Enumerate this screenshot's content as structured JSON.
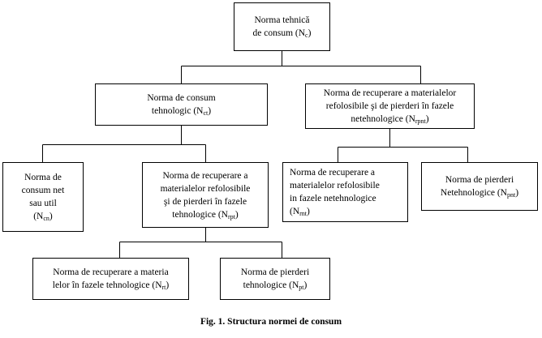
{
  "nodes": {
    "root": {
      "lines": [
        {
          "text": "Norma tehnică"
        },
        {
          "text": "de consum (N",
          "sub": "c",
          "after": ")"
        }
      ]
    },
    "consum_tehnologic": {
      "lines": [
        {
          "text": "Norma de consum"
        },
        {
          "text": "tehnologic  (N",
          "sub": "ct",
          "after": ")"
        }
      ]
    },
    "recuperare_netehnologice": {
      "lines": [
        {
          "text": "Norma de recuperare a materialelor"
        },
        {
          "text": "refolosibile şi de pierderi în fazele"
        },
        {
          "text": "netehnologice (N",
          "sub": "rpnt",
          "after": ")"
        }
      ]
    },
    "consum_net": {
      "lines": [
        {
          "text": "Norma de"
        },
        {
          "text": "consum net"
        },
        {
          "text": "sau util"
        },
        {
          "text": "(N",
          "sub": "cn",
          "after": ")"
        }
      ]
    },
    "recuperare_tehnologice": {
      "lines": [
        {
          "text": "Norma de recuperare a"
        },
        {
          "text": "materialelor refolosibile"
        },
        {
          "text": "şi de pierderi în fazele"
        },
        {
          "text": "tehnologice (N",
          "sub": "rpt",
          "after": ")"
        }
      ]
    },
    "recuperare_materiale_netehnologice": {
      "lines": [
        {
          "text": "Norma de recuperare a"
        },
        {
          "text": "materialelor  refolosibile"
        },
        {
          "text": "in   fazele netehnologice"
        },
        {
          "text": "(N",
          "sub": "rnt",
          "after": ")"
        }
      ]
    },
    "pierderi_netehnologice": {
      "lines": [
        {
          "text": "Norma de pierderi"
        },
        {
          "text": "Netehnologice (N",
          "sub": "pnt",
          "after": ")"
        }
      ]
    },
    "recuperare_materia_tehnologice": {
      "lines": [
        {
          "text": "Norma de recuperare a materia"
        },
        {
          "text": "lelor în fazele tehnologice (N",
          "sub": "rt",
          "after": ")"
        }
      ]
    },
    "pierderi_tehnologice": {
      "lines": [
        {
          "text": "Norma de pierderi"
        },
        {
          "text": "tehnologice (N",
          "sub": "pt",
          "after": ")"
        }
      ]
    }
  },
  "edges": [
    [
      "root",
      "consum_tehnologic"
    ],
    [
      "root",
      "recuperare_netehnologice"
    ],
    [
      "consum_tehnologic",
      "consum_net"
    ],
    [
      "consum_tehnologic",
      "recuperare_tehnologice"
    ],
    [
      "recuperare_netehnologice",
      "recuperare_materiale_netehnologice"
    ],
    [
      "recuperare_netehnologice",
      "pierderi_netehnologice"
    ],
    [
      "recuperare_tehnologice",
      "recuperare_materia_tehnologice"
    ],
    [
      "recuperare_tehnologice",
      "pierderi_tehnologice"
    ]
  ],
  "caption": "Fig. 1. Structura normei de consum"
}
